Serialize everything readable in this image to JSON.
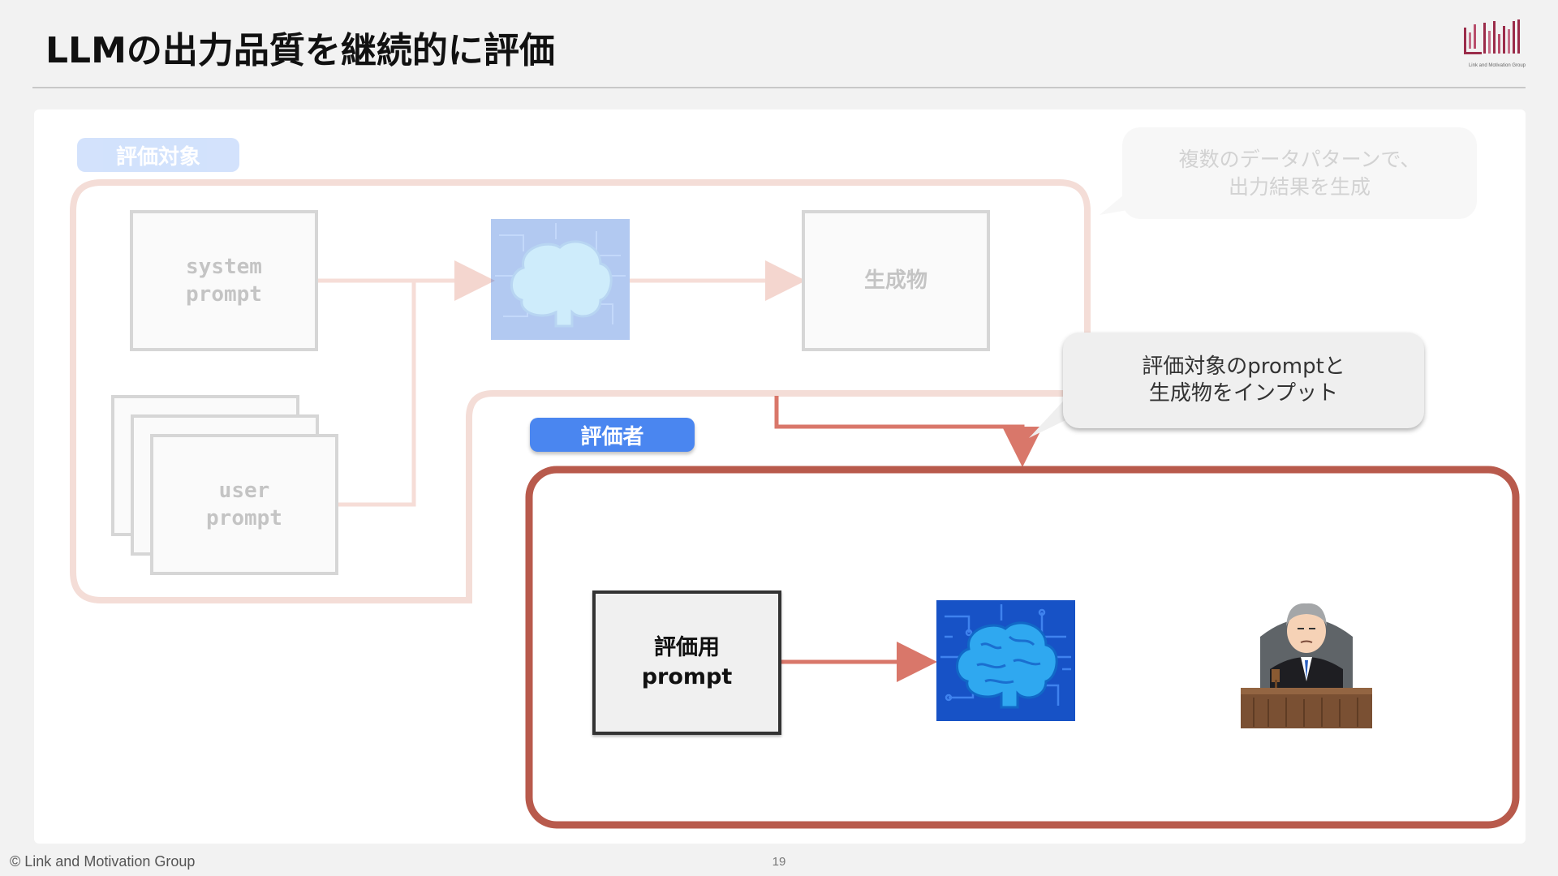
{
  "slide": {
    "title": "LLMの出力品質を継続的に評価",
    "page_number": "19",
    "copyright": "© Link and Motivation Group",
    "logo_caption": "Link and Motivation Group"
  },
  "diagram": {
    "target_group": {
      "label": "評価対象",
      "system_prompt": "system\nprompt",
      "user_prompt": "user\nprompt",
      "output": "生成物",
      "note": "複数のデータパターンで、\n出力結果を生成"
    },
    "evaluator_group": {
      "label": "評価者",
      "eval_prompt": "評価用\nprompt",
      "input_note": "評価対象のpromptと\n生成物をインプット"
    }
  },
  "colors": {
    "accent_red": "#b85a4c",
    "arrow_red": "#d9776a",
    "tag_blue": "#4a86f0",
    "faded_pink": "#f1d3cd"
  },
  "icons": {
    "brain": "brain-circuit-icon",
    "judge": "judge-icon",
    "logo": "lmg-logo"
  }
}
